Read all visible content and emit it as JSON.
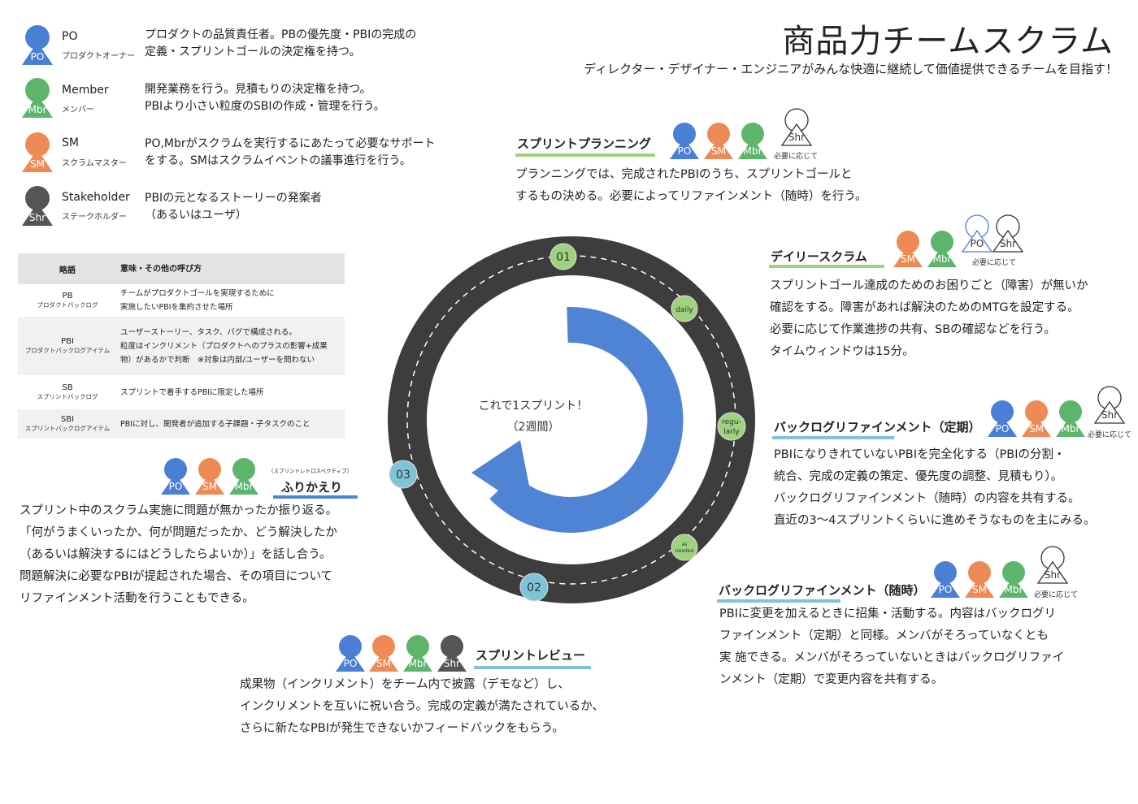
{
  "header": {
    "title": "商品力チームスクラム",
    "subtitle": "ディレクター・デザイナー・エンジニアがみんな快適に継続して価値提供できるチームを目指す！"
  },
  "colors": {
    "po": "#4a7fd6",
    "sm": "#ee8a55",
    "mbr": "#5cb56b",
    "shr": "#555555",
    "road": "#3d3d3d",
    "arrow": "#4f83d4",
    "node_green": "#9fd27e",
    "node_blue": "#7fc4d6"
  },
  "roles": [
    {
      "badge": "PO",
      "name": "PO",
      "sub": "プロダクトオーナー",
      "desc1": "プロダクトの品質責任者。PBの優先度・PBIの完成の",
      "desc2": "定義・スプリントゴールの決定権を持つ。"
    },
    {
      "badge": "Mbr",
      "name": "Member",
      "sub": "メンバー",
      "desc1": "開発業務を行う。見積もりの決定権を持つ。",
      "desc2": "PBIより小さい粒度のSBIの作成・管理を行う。"
    },
    {
      "badge": "SM",
      "name": "SM",
      "sub": "スクラムマスター",
      "desc1": "PO,Mbrがスクラムを実行するにあたって必要なサポート",
      "desc2": "をする。SMはスクラムイベントの議事進行を行う。"
    },
    {
      "badge": "Shr",
      "name": "Stakeholder",
      "sub": "ステークホルダー",
      "desc1": "PBIの元となるストーリーの発案者",
      "desc2": "（あるいはユーザ）"
    }
  ],
  "terms": {
    "head_abbr": "略語",
    "head_desc": "意味・その他の呼び方",
    "rows": [
      {
        "abbr": "PB",
        "full": "プロダクトバックログ",
        "l1": "チームがプロダクトゴールを実現するために",
        "l2": "実施したいPBIを集約させた場所",
        "l3": ""
      },
      {
        "abbr": "PBI",
        "full": "プロダクトバックログアイテム",
        "l1": "ユーザーストーリー、タスク、バグで構成される。",
        "l2": "粒度はインクリメント（プロダクトへのプラスの影響+成果",
        "l3": "物）があるかで判断　※対象は内部/ユーザーを問わない"
      },
      {
        "abbr": "SB",
        "full": "スプリントバックログ",
        "l1": "スプリントで着手するPBIに限定した場所",
        "l2": "",
        "l3": ""
      },
      {
        "abbr": "SBI",
        "full": "スプリントバックログアイテム",
        "l1": "PBIに対し、開発者が追加する子課題・子タスクのこと",
        "l2": "",
        "l3": ""
      }
    ]
  },
  "badges": {
    "po": "PO",
    "sm": "SM",
    "mbr": "Mbr",
    "shr": "Shr",
    "as_needed": "必要に応じて"
  },
  "cycle": {
    "center1": "これで1スプリント！",
    "center2": "（2週間）",
    "n01": "01",
    "n02": "02",
    "n03": "03",
    "daily": "daily",
    "regularly1": "regu-",
    "regularly2": "larly",
    "asneeded1": "as",
    "asneeded2": "needed"
  },
  "planning": {
    "title": "スプリントプランニング",
    "l1": "プランニングでは、完成されたPBIのうち、スプリントゴールと",
    "l2": "するもの決める。必要によってリファインメント（随時）を行う。"
  },
  "daily": {
    "title": "デイリースクラム",
    "l1": "スプリントゴール達成のためのお困りごと（障害）が無いか",
    "l2": "確認をする。障害があれば解決のためのMTGを設定する。",
    "l3": "必要に応じて作業進捗の共有、SBの確認などを行う。",
    "l4": "タイムウィンドウは15分。"
  },
  "refinement_regular": {
    "title": "バックログリファインメント（定期）",
    "l1": "PBIになりきれていないPBIを完全化する（PBIの分割・",
    "l2": "統合、完成の定義の策定、優先度の調整、見積もり）。",
    "l3": "バックログリファインメント（随時）の内容を共有する。",
    "l4": "直近の3〜4スプリントくらいに進めそうなものを主にみる。"
  },
  "refinement_adhoc": {
    "title": "バックログリファインメント（随時）",
    "l1": "PBIに変更を加えるときに招集・活動する。内容はバックログリ",
    "l2": "ファインメント（定期）と同様。メンバがそろっていなくとも",
    "l3": "実 施できる。メンバがそろっていないときはバックログリファイ",
    "l4": "ンメント（定期）で変更内容を共有する。"
  },
  "retro": {
    "ruby": "（スプリントレトロスペクティブ）",
    "title": "ふりかえり",
    "l1": "スプリント中のスクラム実施に問題が無かったか振り返る。",
    "l2": "「何がうまくいったか、何が問題だったか、どう解決したか",
    "l3": "（あるいは解決するにはどうしたらよいか）」を話し合う。",
    "l4": "問題解決に必要なPBIが提起された場合、その項目について",
    "l5": "リファインメント活動を行うこともできる。"
  },
  "review": {
    "title": "スプリントレビュー",
    "l1": "成果物（インクリメント）をチーム内で披露（デモなど）し、",
    "l2": "インクリメントを互いに祝い合う。完成の定義が満たされているか、",
    "l3": "さらに新たなPBIが発生できないかフィードバックをもらう。"
  }
}
